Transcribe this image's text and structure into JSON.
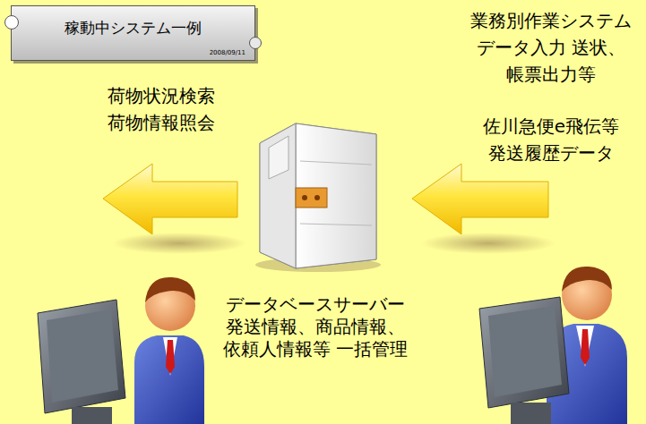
{
  "diagram": {
    "nodes": [
      {
        "text": [
          "稼動中システム一例",
          "2008/09/11"
        ]
      }
    ],
    "labels": [
      "荷物状況検索 荷物情報照会",
      "業務別作業システム データ入力 送状、帳票出力等",
      "佐川急便e飛伝等 発送履歴データ",
      "データベースサーバー 発送情報、商品情報、依頼人情報等 一括管理"
    ]
  }
}
